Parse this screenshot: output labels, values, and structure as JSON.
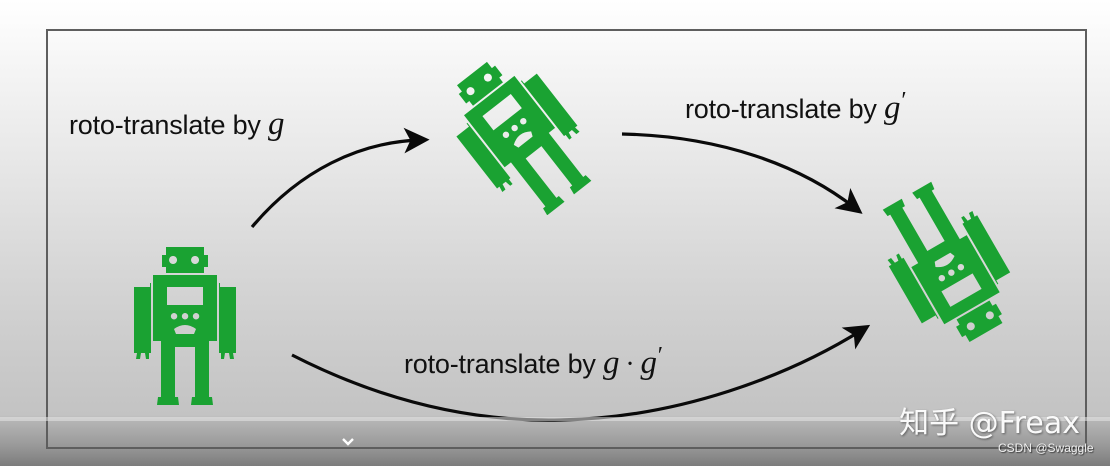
{
  "diagram": {
    "labels": {
      "g": {
        "prefix": "roto-translate by ",
        "symbol": "g",
        "prime": ""
      },
      "g_prime": {
        "prefix": "roto-translate by ",
        "symbol": "g",
        "prime": "′"
      },
      "g_dot_g_prime": {
        "prefix": "roto-translate by ",
        "symbol1": "g",
        "operator": "·",
        "symbol2": "g",
        "prime": "′"
      }
    },
    "robots": [
      {
        "name": "original",
        "rotation_deg": 0
      },
      {
        "name": "after-g",
        "rotation_deg": -35
      },
      {
        "name": "after-g-g-prime",
        "rotation_deg": 148
      }
    ],
    "colors": {
      "robot_green": "#1aa232",
      "arrow": "#0a0a0a",
      "frame": "#5e5e5e"
    }
  },
  "overlay": {
    "watermark": "知乎 @Freax",
    "credit": "CSDN @Swaggle",
    "chevron_icon": "chevron-down-icon"
  }
}
